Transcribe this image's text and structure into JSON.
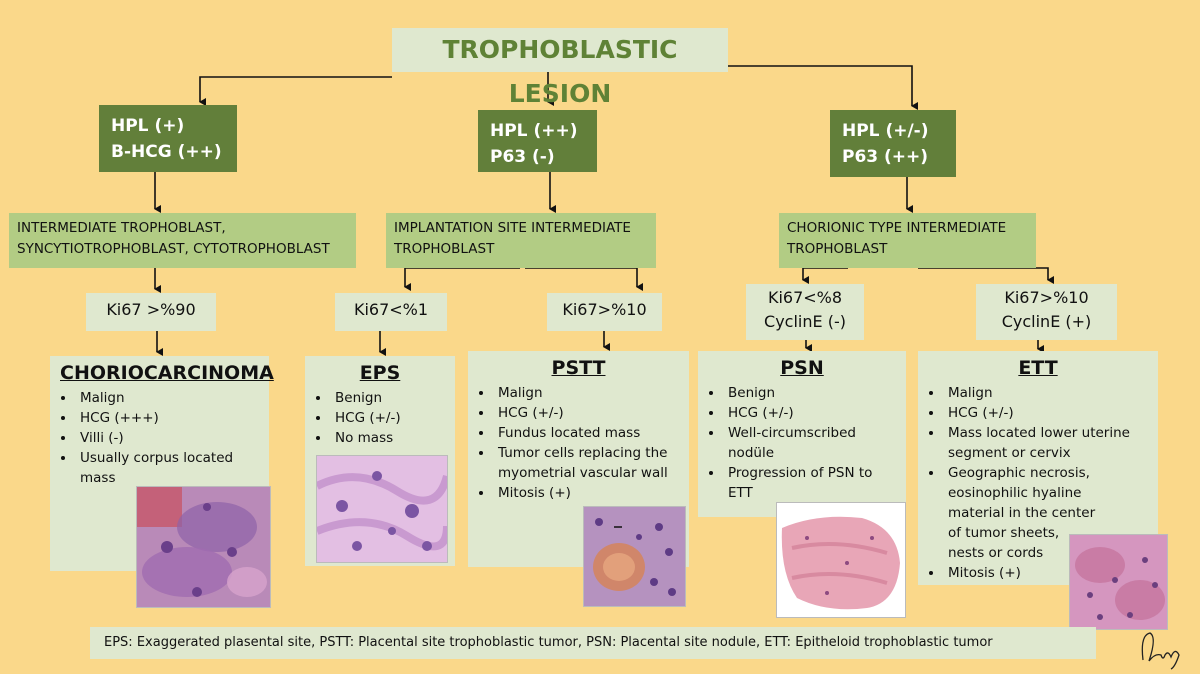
{
  "title": "TROPHOBLASTIC LESION",
  "branches": [
    {
      "marker": {
        "line1": "HPL (+)",
        "line2": "B-HCG (++)"
      },
      "cell_type": {
        "line1": "INTERMEDIATE TROPHOBLAST,",
        "line2": "SYNCYTIOTROPHOBLAST, CYTOTROPHOBLAST"
      },
      "subtypes": [
        {
          "ki": {
            "line1": "Ki67 >%90",
            "line2": ""
          },
          "lesion": {
            "name": "CHORIOCARCINOMA",
            "items": [
              "Malign",
              "HCG (+++)",
              "Villi (-)",
              "Usually corpus located mass"
            ]
          }
        }
      ]
    },
    {
      "marker": {
        "line1": "HPL (++)",
        "line2": "P63 (-)"
      },
      "cell_type": {
        "line1": "IMPLANTATION SITE INTERMEDIATE",
        "line2": "TROPHOBLAST"
      },
      "subtypes": [
        {
          "ki": {
            "line1": "Ki67<%1",
            "line2": ""
          },
          "lesion": {
            "name": "EPS",
            "items": [
              "Benign",
              "HCG (+/-)",
              "No mass"
            ]
          }
        },
        {
          "ki": {
            "line1": "Ki67>%10",
            "line2": ""
          },
          "lesion": {
            "name": "PSTT",
            "items": [
              "Malign",
              "HCG (+/-)",
              "Fundus located mass",
              "Tumor cells replacing the myometrial vascular wall",
              "Mitosis (+)"
            ]
          }
        }
      ]
    },
    {
      "marker": {
        "line1": "HPL (+/-)",
        "line2": "P63 (++)"
      },
      "cell_type": {
        "line1": "CHORIONIC TYPE INTERMEDIATE",
        "line2": "TROPHOBLAST"
      },
      "subtypes": [
        {
          "ki": {
            "line1": "Ki67<%8",
            "line2": "CyclinE (-)"
          },
          "lesion": {
            "name": "PSN",
            "items": [
              "Benign",
              "HCG (+/-)",
              "Well-circumscribed nodüle",
              "Progression of PSN to ETT"
            ]
          }
        },
        {
          "ki": {
            "line1": "Ki67>%10",
            "line2": "CyclinE (+)"
          },
          "lesion": {
            "name": "ETT",
            "items": [
              "Malign",
              "HCG (+/-)",
              "Mass located lower uterine segment or cervix",
              "Geographic necrosis, eosinophilic hyaline material in the center of tumor sheets, nests or cords",
              "Mitosis (+)"
            ]
          }
        }
      ]
    }
  ],
  "footnote": "EPS: Exaggerated plasental site, PSTT: Placental site trophoblastic tumor, PSN: Placental site nodule, ETT: Epitheloid trophoblastic tumor",
  "colors": {
    "background": "#fad88a",
    "dark_box": "#627f3a",
    "mid_box": "#b2cc84",
    "light_box": "#dfe8cf",
    "title_text": "#5f8236"
  }
}
